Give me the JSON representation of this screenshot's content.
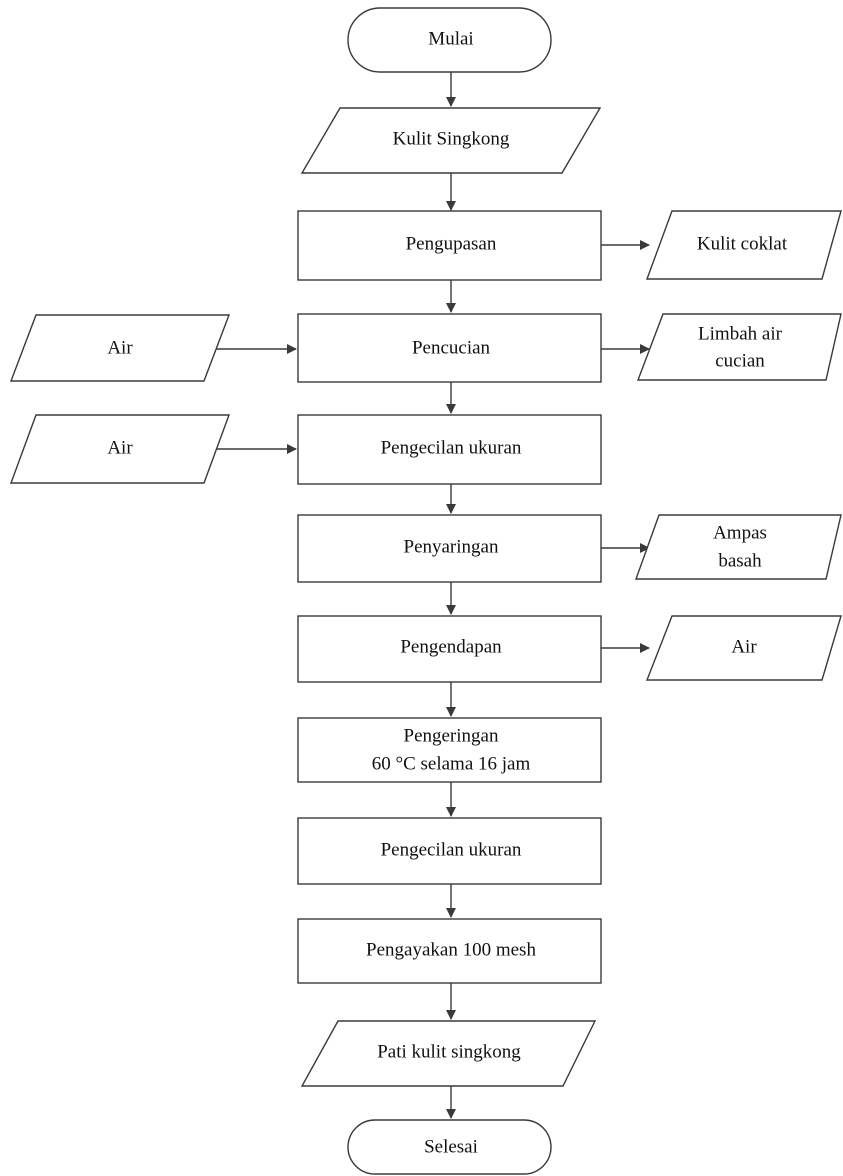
{
  "flowchart": {
    "nodes": {
      "start": {
        "label": "Mulai",
        "shape": "terminator"
      },
      "input_raw": {
        "label": "Kulit Singkong",
        "shape": "parallelogram"
      },
      "peel": {
        "label": "Pengupasan",
        "shape": "process"
      },
      "out_peel": {
        "label": "Kulit coklat",
        "shape": "parallelogram"
      },
      "in_water_1": {
        "label": "Air",
        "shape": "parallelogram"
      },
      "wash": {
        "label": "Pencucian",
        "shape": "process"
      },
      "out_wash_line1": {
        "label": "Limbah air",
        "shape": "parallelogram"
      },
      "out_wash_line2": {
        "label": "cucian"
      },
      "in_water_2": {
        "label": "Air",
        "shape": "parallelogram"
      },
      "reduce_1": {
        "label": "Pengecilan ukuran",
        "shape": "process"
      },
      "filter": {
        "label": "Penyaringan",
        "shape": "process"
      },
      "out_filter_line1": {
        "label": "Ampas",
        "shape": "parallelogram"
      },
      "out_filter_line2": {
        "label": "basah"
      },
      "settle": {
        "label": "Pengendapan",
        "shape": "process"
      },
      "out_settle": {
        "label": "Air",
        "shape": "parallelogram"
      },
      "dry_line1": {
        "label": "Pengeringan",
        "shape": "process"
      },
      "dry_line2": {
        "label": "60 °C selama 16 jam"
      },
      "reduce_2": {
        "label": "Pengecilan ukuran",
        "shape": "process"
      },
      "sieve": {
        "label": "Pengayakan 100 mesh",
        "shape": "process"
      },
      "output": {
        "label": "Pati kulit singkong",
        "shape": "parallelogram"
      },
      "end": {
        "label": "Selesai",
        "shape": "terminator"
      }
    },
    "edges": [
      {
        "from": "start",
        "to": "input_raw"
      },
      {
        "from": "input_raw",
        "to": "peel"
      },
      {
        "from": "peel",
        "to": "out_peel"
      },
      {
        "from": "peel",
        "to": "wash"
      },
      {
        "from": "in_water_1",
        "to": "wash"
      },
      {
        "from": "wash",
        "to": "out_wash_line1"
      },
      {
        "from": "wash",
        "to": "reduce_1"
      },
      {
        "from": "in_water_2",
        "to": "reduce_1"
      },
      {
        "from": "reduce_1",
        "to": "filter"
      },
      {
        "from": "filter",
        "to": "out_filter_line1"
      },
      {
        "from": "filter",
        "to": "settle"
      },
      {
        "from": "settle",
        "to": "out_settle"
      },
      {
        "from": "settle",
        "to": "dry_line1"
      },
      {
        "from": "dry_line1",
        "to": "reduce_2"
      },
      {
        "from": "reduce_2",
        "to": "sieve"
      },
      {
        "from": "sieve",
        "to": "output"
      },
      {
        "from": "output",
        "to": "end"
      }
    ],
    "colors": {
      "stroke": "#3a3a3a",
      "fill": "#ffffff",
      "text": "#111111"
    }
  }
}
